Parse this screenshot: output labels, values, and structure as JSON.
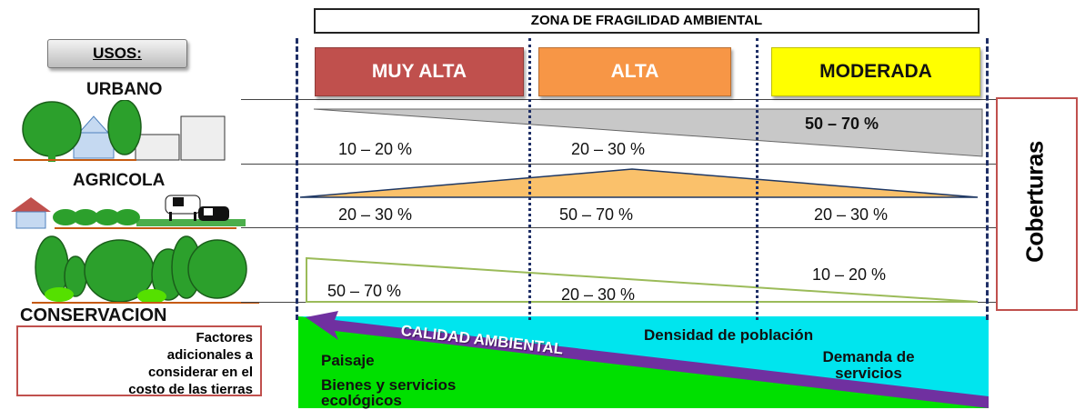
{
  "title": "ZONA DE FRAGILIDAD AMBIENTAL",
  "usos_label": "USOS:",
  "uses": [
    {
      "label": "URBANO"
    },
    {
      "label": "AGRICOLA"
    },
    {
      "label": "CONSERVACION"
    }
  ],
  "zones": [
    {
      "label": "MUY ALTA",
      "color": "#c0504d"
    },
    {
      "label": "ALTA",
      "color": "#f79646"
    },
    {
      "label": "MODERADA",
      "color": "#ffff00"
    }
  ],
  "rows": [
    {
      "values": [
        "10 – 20 %",
        "20 – 30 %",
        "50 – 70 %"
      ],
      "color": "#c8c8c8"
    },
    {
      "values": [
        "20 – 30 %",
        "50 – 70 %",
        "20 – 30 %"
      ],
      "color": "#fac16b"
    },
    {
      "values": [
        "50 – 70 %",
        "20 – 30 %",
        "10 – 20 %"
      ],
      "color": "#9bbb59"
    }
  ],
  "coberturas": "Coberturas",
  "factors": [
    "Factores",
    "adicionales a",
    "considerar en el",
    "costo de las tierras"
  ],
  "bottom": {
    "paisaje": "Paisaje",
    "bienes_line1": "Bienes y servicios",
    "bienes_line2": "ecológicos",
    "densidad": "Densidad de población",
    "demanda_line1": "Demanda de",
    "demanda_line2": "servicios",
    "calidad": "CALIDAD AMBIENTAL",
    "green": "#00e000",
    "cyan": "#00e5ee",
    "arrow": "#7030a0"
  }
}
